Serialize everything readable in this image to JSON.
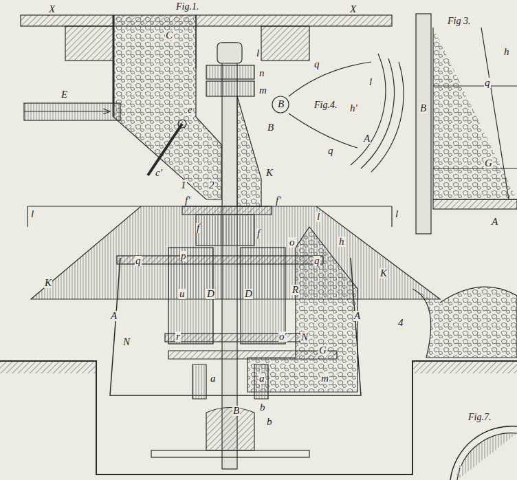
{
  "diagram": {
    "labels": [
      "Fig.1.",
      "X",
      "X",
      "C",
      "l",
      "n",
      "m",
      "B",
      "E",
      "e",
      "c'",
      "1",
      "2",
      "K",
      "f'",
      "f'",
      "f",
      "f",
      "l",
      "l",
      "l",
      "p",
      "q",
      "q",
      "o",
      "u",
      "D",
      "D",
      "R",
      "h",
      "K",
      "K",
      "A",
      "A",
      "4",
      "N",
      "N",
      "r",
      "o'",
      "G",
      "a",
      "a",
      "m",
      "B",
      "b",
      "b",
      "Fig.4.",
      "B",
      "q",
      "q",
      "h'",
      "l",
      "A",
      "Fig 3.",
      "h",
      "q",
      "B",
      "G",
      "A",
      "Fig.7.",
      "j"
    ]
  }
}
